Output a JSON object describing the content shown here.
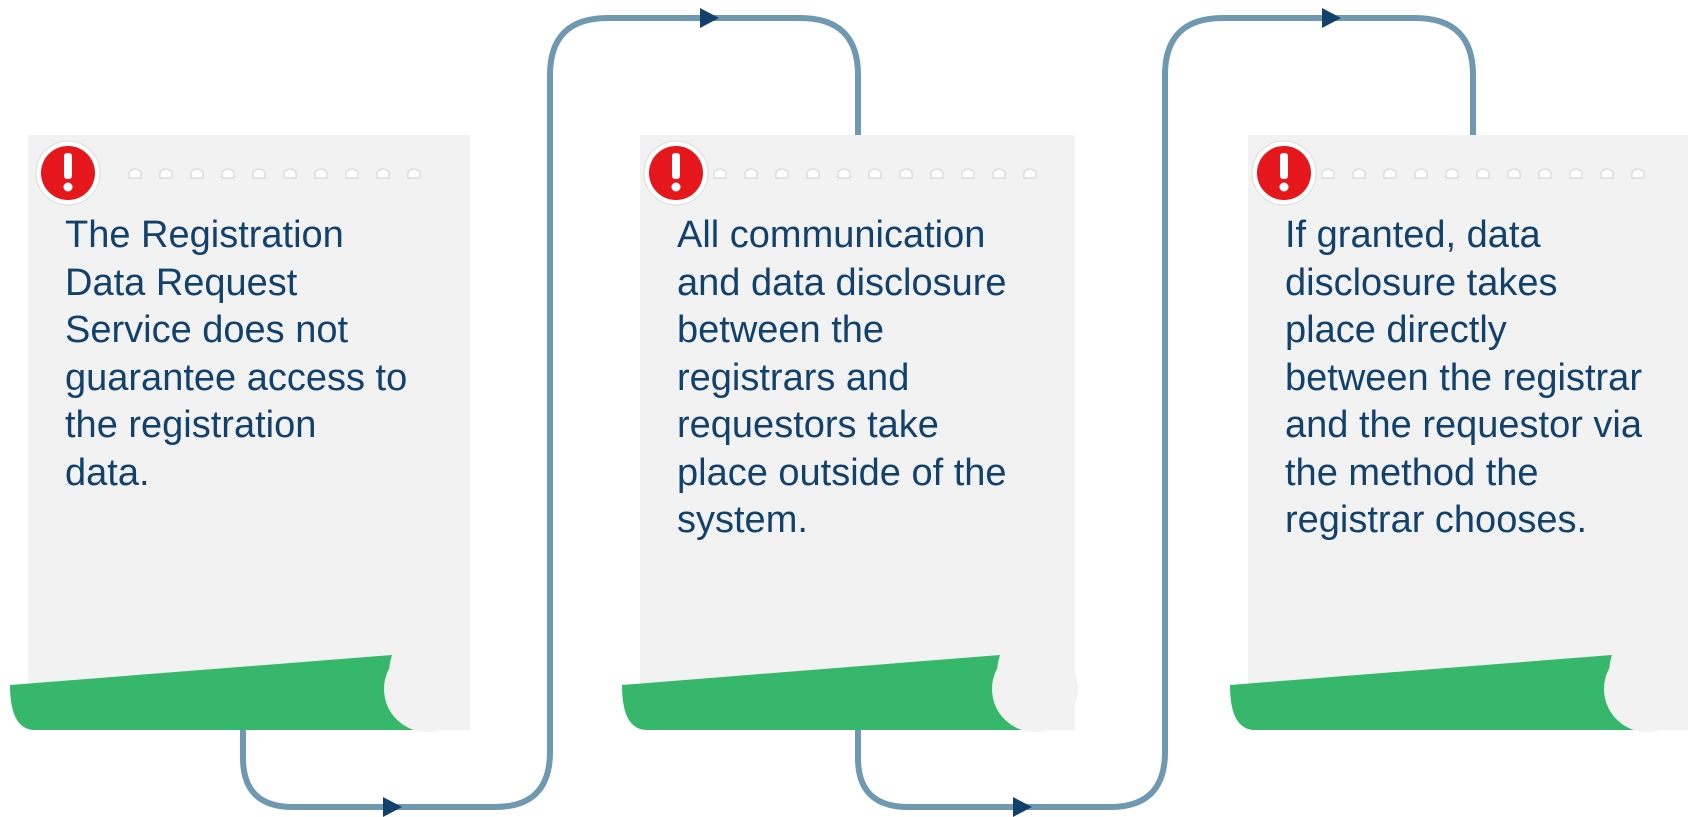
{
  "diagram": {
    "notes": [
      {
        "text": "The Registration Data Request Service does not guarantee access to the registration data."
      },
      {
        "text": "All communication and data disclosure between the registrars and requestors take place outside of the system."
      },
      {
        "text": "If granted, data disclosure takes place directly between the registrar and the requestor via the method the registrar chooses."
      }
    ]
  },
  "colors": {
    "connector": "#6f99b1",
    "arrowhead": "#12416b",
    "note_paper": "#f2f2f2",
    "note_band": "#37b76c",
    "alert_red": "#e5161c",
    "text": "#12416b"
  },
  "icons": {
    "alert": "exclamation-circle-icon"
  }
}
